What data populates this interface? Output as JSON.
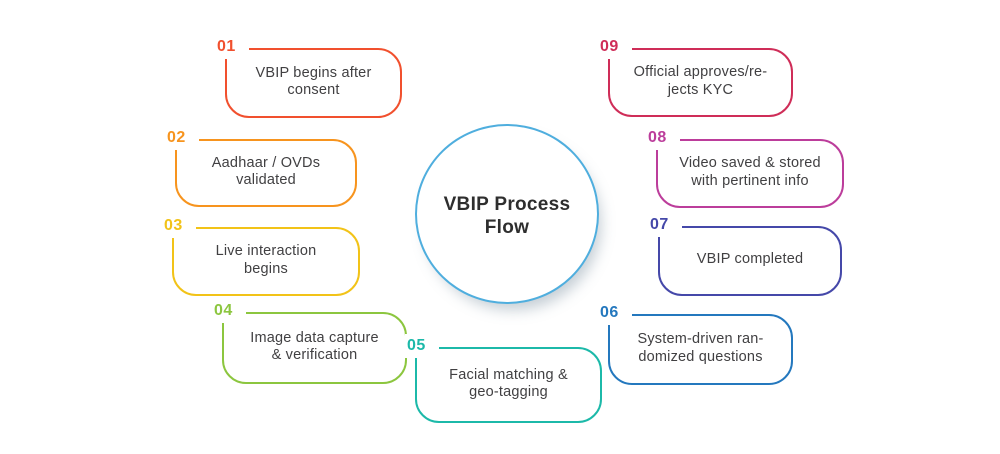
{
  "diagram": {
    "title": "VBIP Process\nFlow",
    "circle_border_color": "#4FAEDE",
    "text_color": "#414042",
    "background_color": "#FFFFFF"
  },
  "steps": [
    {
      "num": "01",
      "text": "VBIP begins after\nconsent",
      "color": "#F1502E"
    },
    {
      "num": "02",
      "text": "Aadhaar / OVDs\nvalidated",
      "color": "#F7941E"
    },
    {
      "num": "03",
      "text": "Live interaction\nbegins",
      "color": "#F2C318"
    },
    {
      "num": "04",
      "text": "Image data capture\n& verification",
      "color": "#8CC63F"
    },
    {
      "num": "05",
      "text": "Facial matching &\ngeo-tagging",
      "color": "#1CB9A9"
    },
    {
      "num": "06",
      "text": "System-driven ran-\ndomized questions",
      "color": "#2478BE"
    },
    {
      "num": "07",
      "text": "VBIP completed",
      "color": "#4548A9"
    },
    {
      "num": "08",
      "text": "Video saved & stored\nwith pertinent info",
      "color": "#BC3D9B"
    },
    {
      "num": "09",
      "text": "Official approves/re-\njects KYC",
      "color": "#CF2D58"
    }
  ]
}
